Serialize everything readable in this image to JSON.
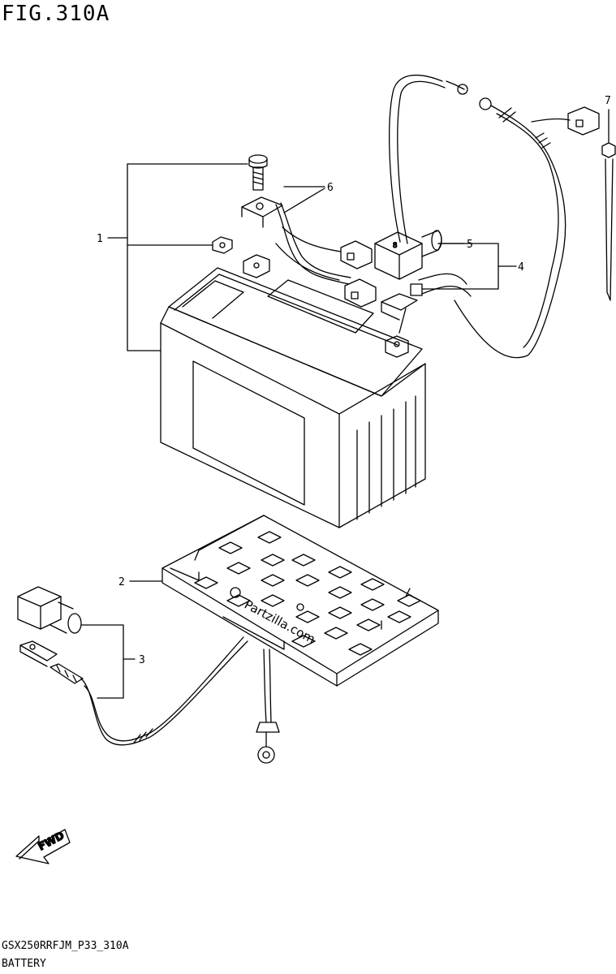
{
  "figure": {
    "title": "FIG.310A",
    "code": "GSX250RRFJM_P33_310A",
    "name": "BATTERY"
  },
  "callouts": [
    "1",
    "2",
    "3",
    "4",
    "5",
    "6",
    "7"
  ],
  "fwd_label": "FWD",
  "watermark": "Partzilla.com"
}
